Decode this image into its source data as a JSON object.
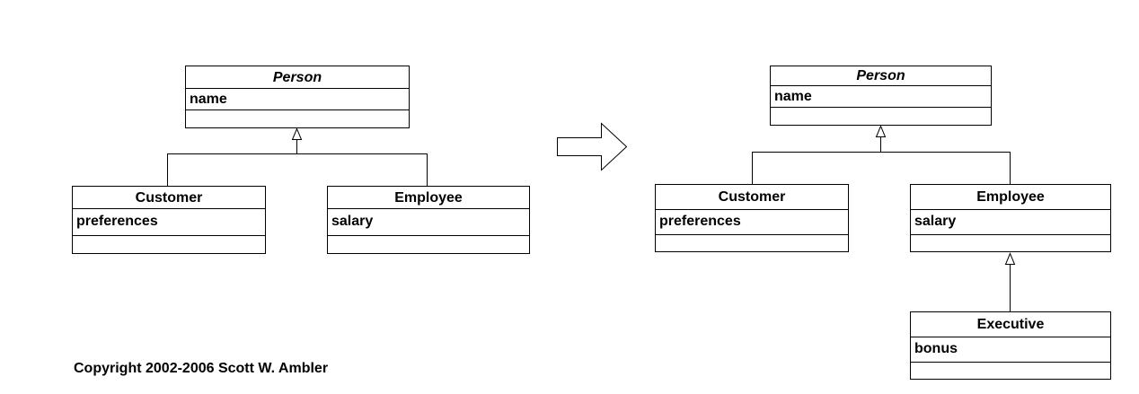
{
  "before_model": {
    "person": {
      "name": "Person",
      "attribute": "name"
    },
    "customer": {
      "name": "Customer",
      "attribute": "preferences"
    },
    "employee": {
      "name": "Employee",
      "attribute": "salary"
    }
  },
  "after_model": {
    "person": {
      "name": "Person",
      "attribute": "name"
    },
    "customer": {
      "name": "Customer",
      "attribute": "preferences"
    },
    "employee": {
      "name": "Employee",
      "attribute": "salary"
    },
    "executive": {
      "name": "Executive",
      "attribute": "bonus"
    }
  },
  "copyright": "Copyright 2002-2006 Scott W. Ambler"
}
